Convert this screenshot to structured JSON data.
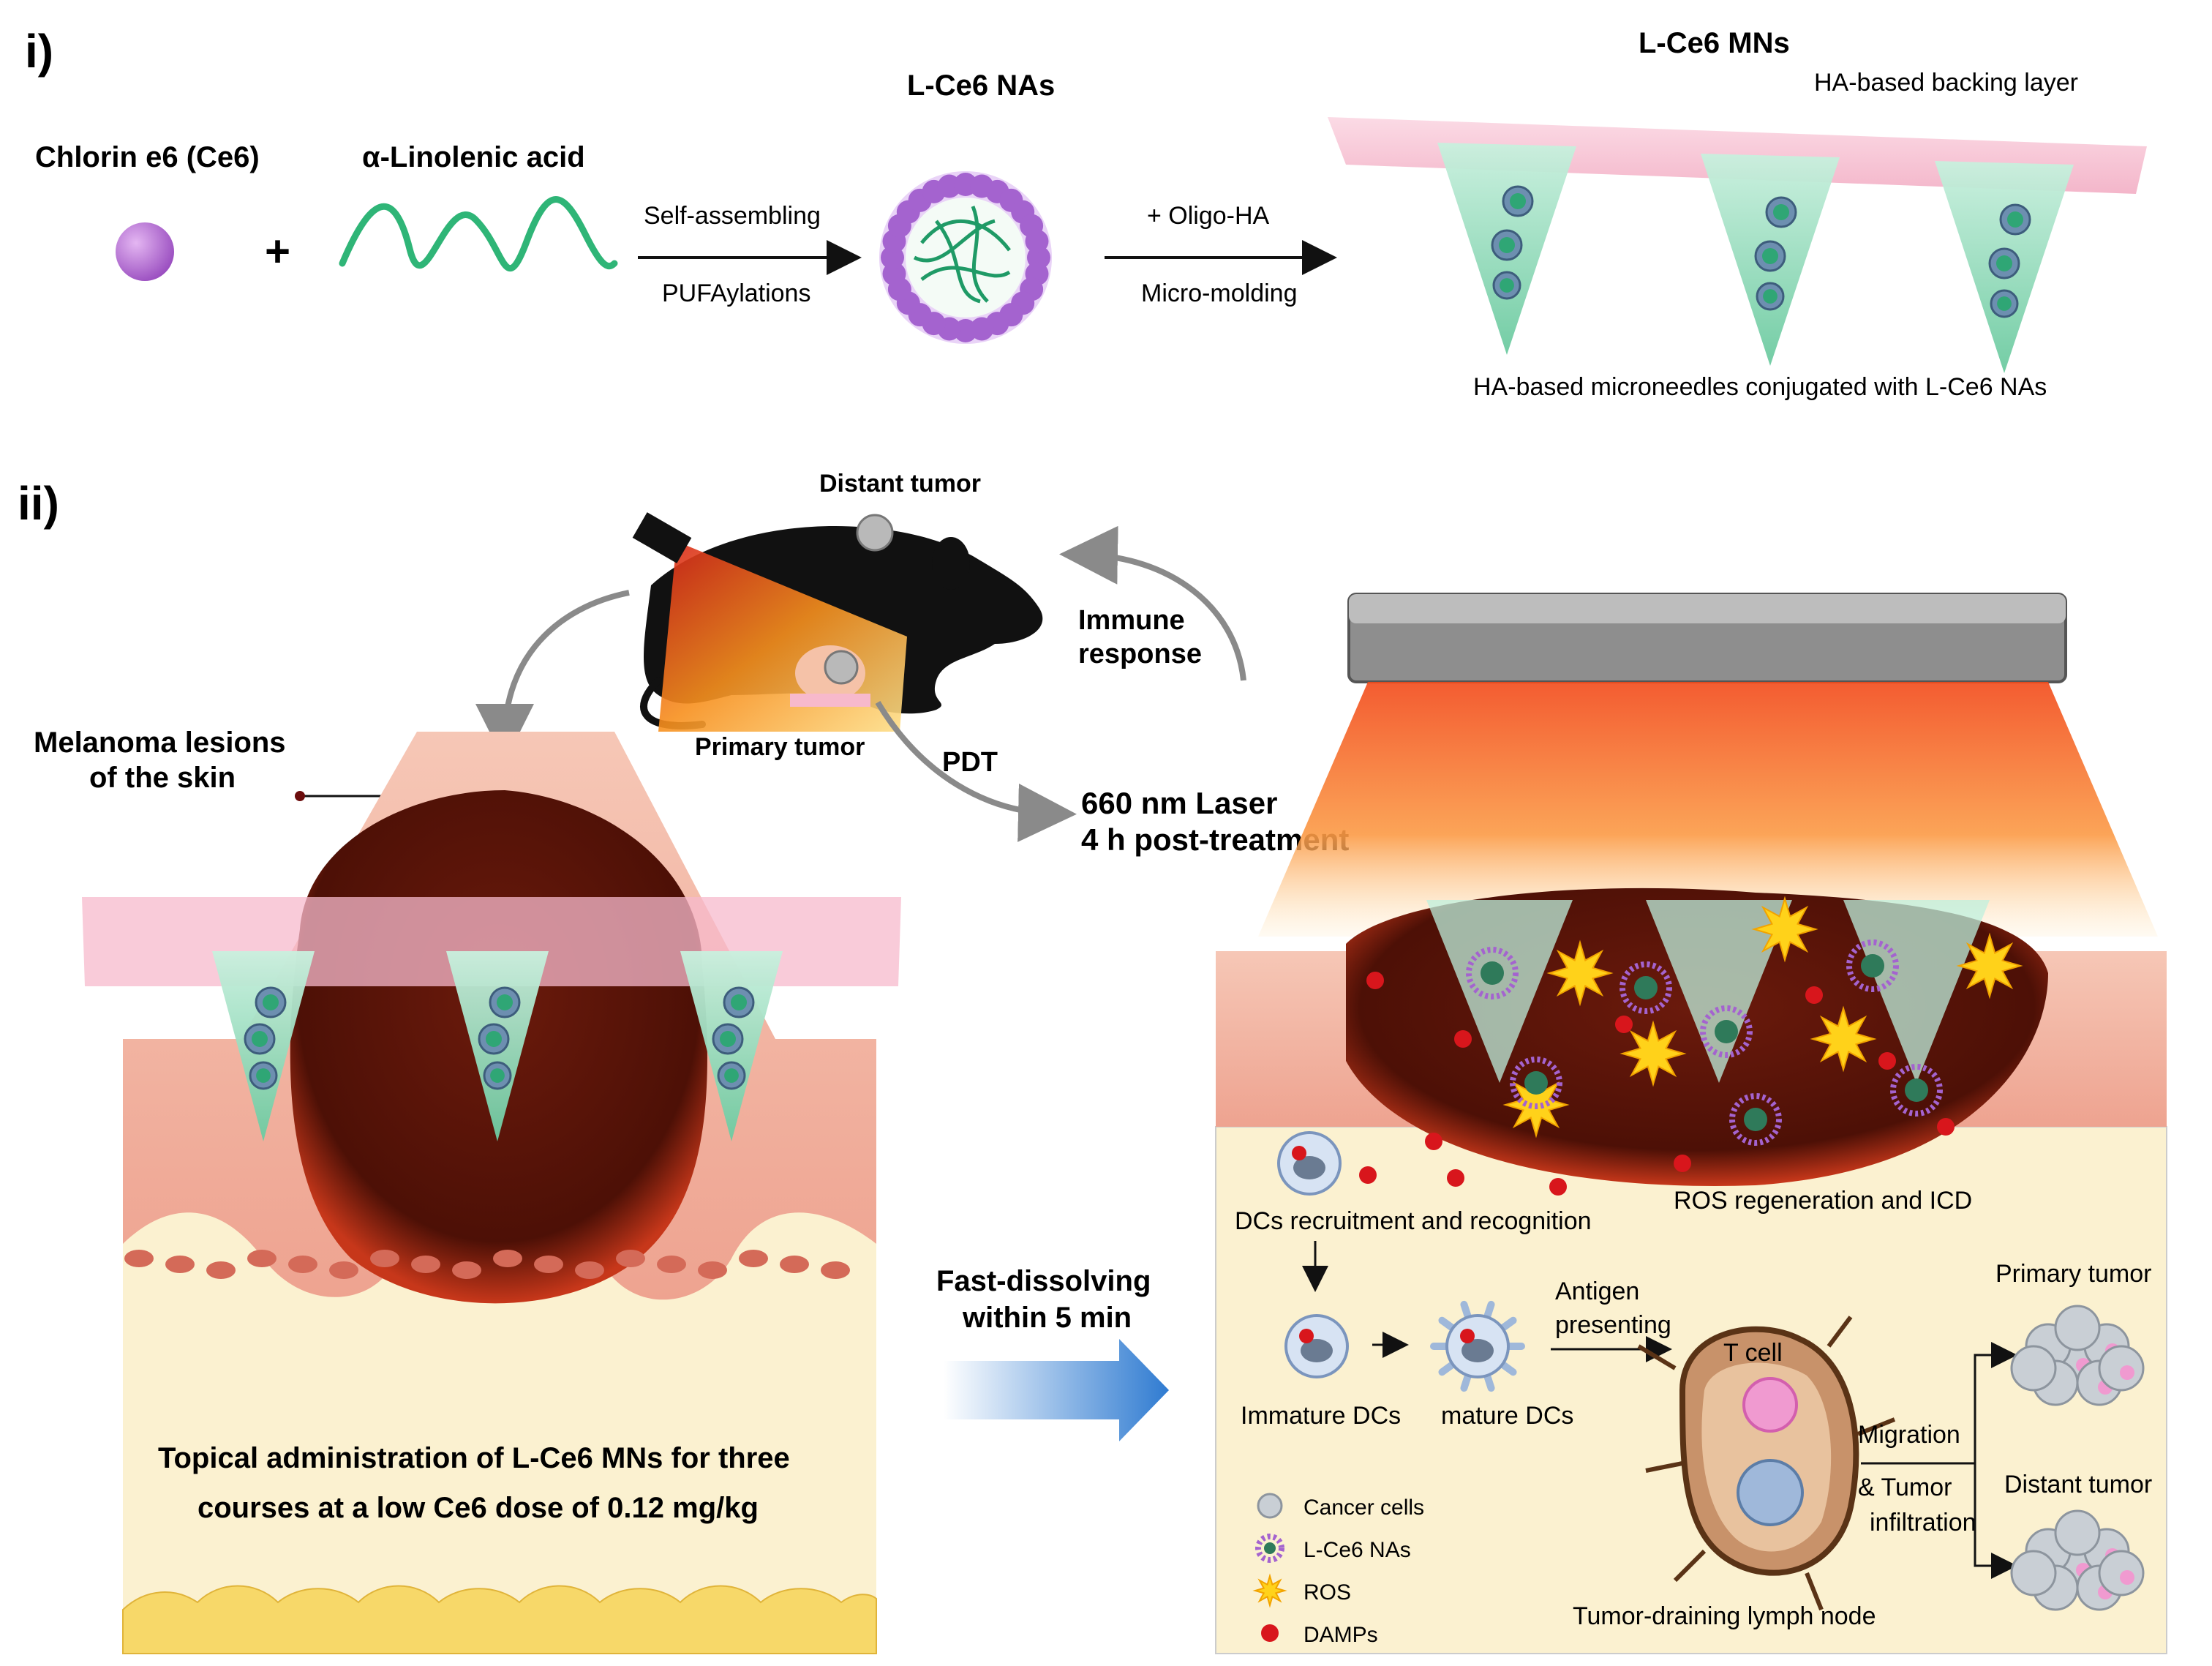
{
  "panel_i": {
    "label": "i)",
    "ce6_label": "Chlorin e6 (Ce6)",
    "plus": "+",
    "linolenic_label": "α-Linolenic acid",
    "arrow1_top": "Self-assembling",
    "arrow1_bottom": "PUFAylations",
    "nas_title": "L-Ce6 NAs",
    "arrow2_top": "+ Oligo-HA",
    "arrow2_bottom": "Micro-molding",
    "mns_title": "L-Ce6 MNs",
    "backing_label": "HA-based backing layer",
    "needles_caption": "HA-based microneedles conjugated with L-Ce6 NAs"
  },
  "panel_ii": {
    "label": "ii)",
    "distant_tumor": "Distant tumor",
    "primary_tumor": "Primary tumor",
    "immune_line1": "Immune",
    "immune_line2": "response",
    "pdt": "PDT",
    "laser_line1": "660 nm Laser",
    "laser_line2": "4 h post-treatment",
    "melanoma_line1": "Melanoma lesions",
    "melanoma_line2": "of the skin",
    "topical_line1": "Topical administration of L-Ce6 MNs for three",
    "topical_line2": "courses at a low Ce6 dose of 0.12 mg/kg",
    "fast_line1": "Fast-dissolving",
    "fast_line2": "within 5 min",
    "dcs_recruit": "DCs recruitment and recognition",
    "ros_icd": "ROS regeneration and ICD",
    "antigen_line1": "Antigen",
    "antigen_line2": "presenting",
    "immature_dcs": "Immature DCs",
    "mature_dcs": "mature DCs",
    "t_cell": "T cell",
    "lymph_node": "Tumor-draining lymph node",
    "migration_line1": "Migration",
    "migration_line2": "& Tumor",
    "migration_line3": "infiltration",
    "primary_tumor_right": "Primary tumor",
    "distant_tumor_right": "Distant tumor",
    "legend": [
      "Cancer cells",
      "L-Ce6 NAs",
      "ROS",
      "DAMPs"
    ]
  },
  "colors": {
    "ce6_purple": "#b56fd3",
    "needle_green": "#7fd3ad",
    "backing_pink": "#f7c0d2",
    "tumor_dark": "#5a1408",
    "skin_pink": "#f3b7a6",
    "dermis_yellow": "#fbf1d0",
    "laser_orange": "#f7672a",
    "ros_yellow": "#ffd21a",
    "damp_red": "#d8161c",
    "arrow_blue": "#2f7bd1"
  }
}
